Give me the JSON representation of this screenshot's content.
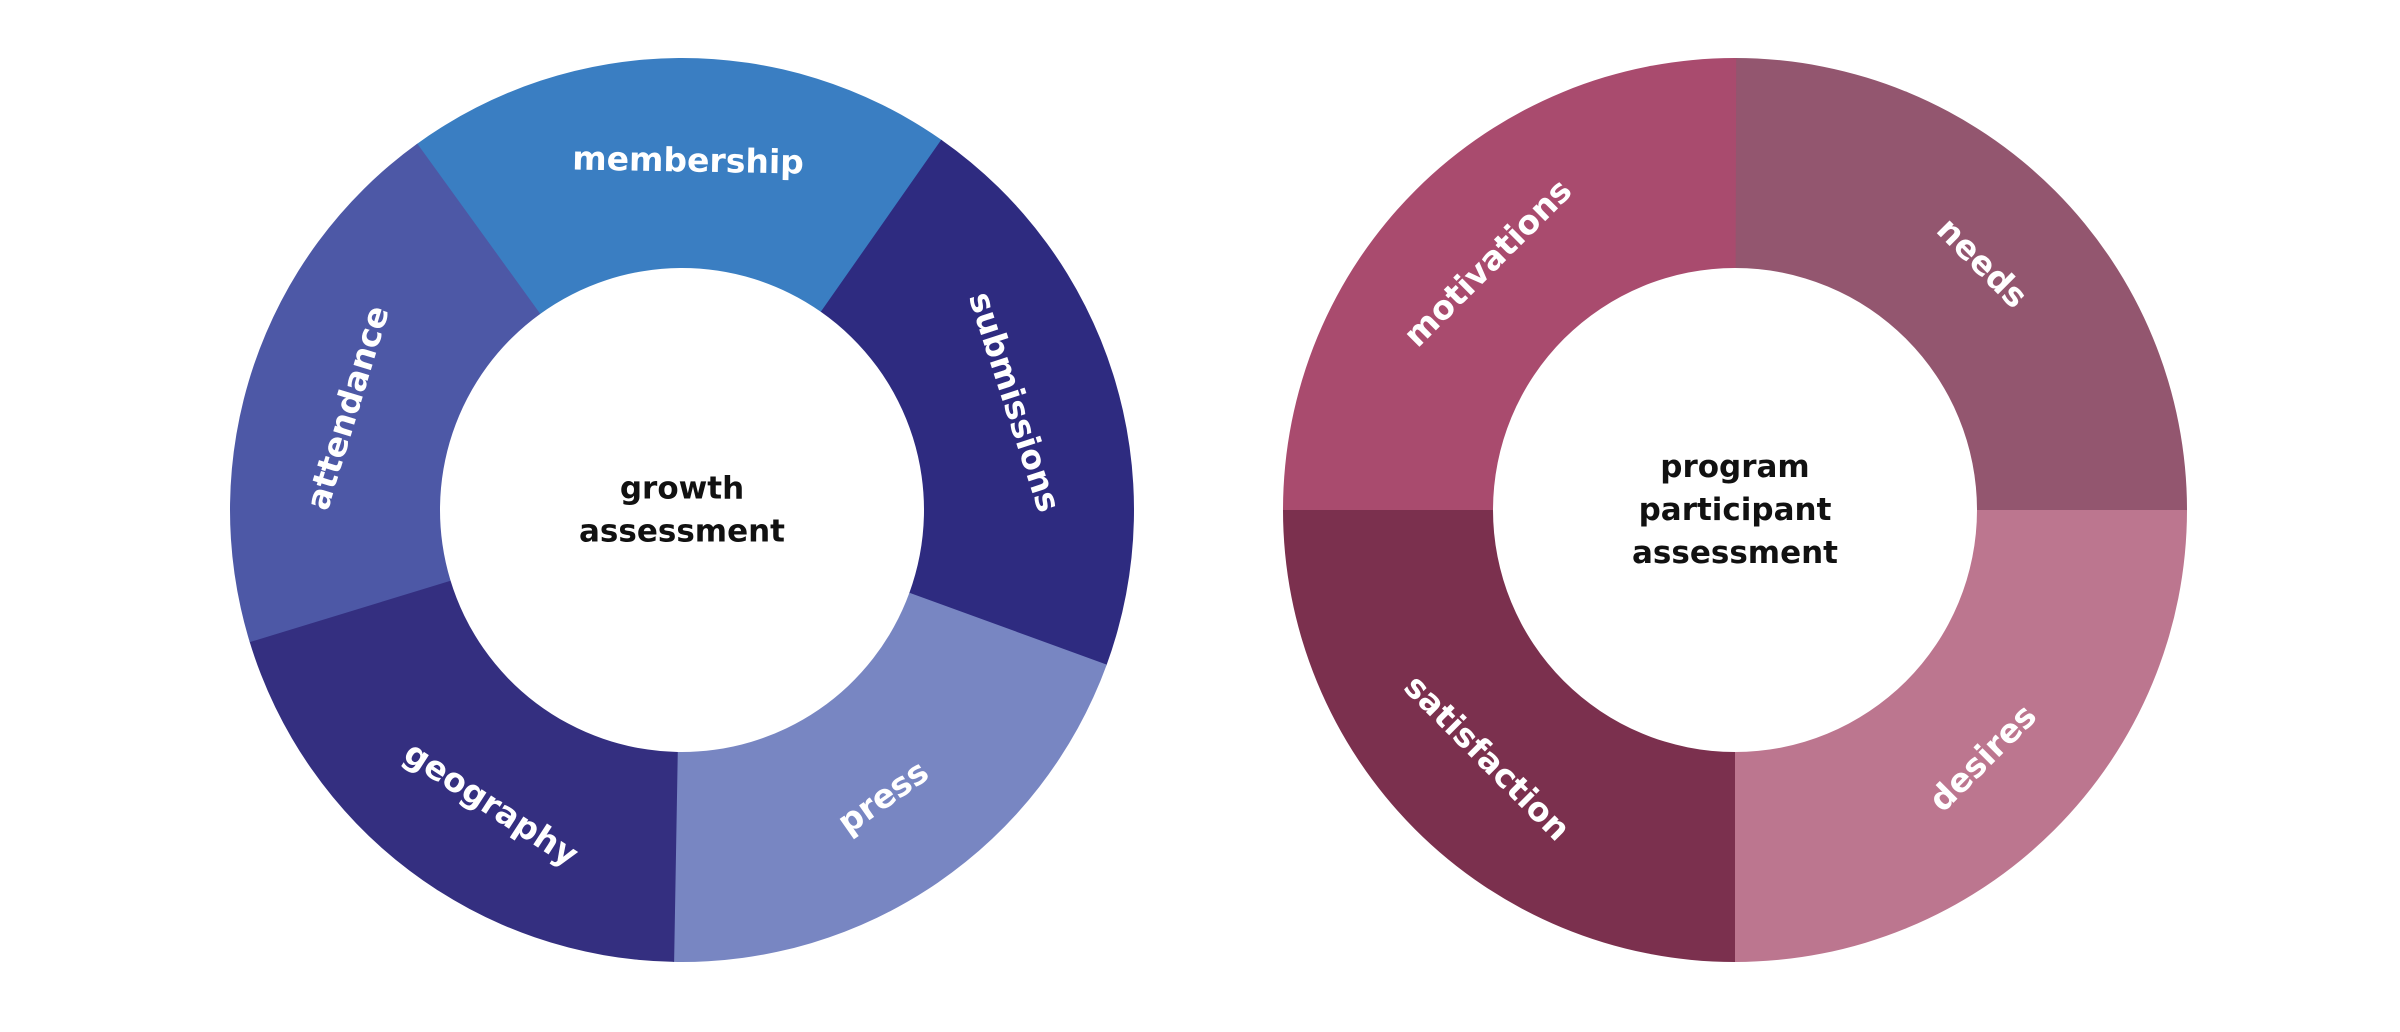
{
  "donuts": [
    {
      "center_lines": [
        "growth",
        "assessment"
      ],
      "segments": [
        {
          "label": "membership",
          "color": "#3a7ec2"
        },
        {
          "label": "submissions",
          "color": "#2e2b80"
        },
        {
          "label": "press",
          "color": "#7886c2"
        },
        {
          "label": "geography",
          "color": "#342f80"
        },
        {
          "label": "attendance",
          "color": "#4d58a6"
        }
      ]
    },
    {
      "center_lines": [
        "program",
        "participant",
        "assessment"
      ],
      "segments": [
        {
          "label": "needs",
          "color": "#93566f"
        },
        {
          "label": "desires",
          "color": "#bc768f"
        },
        {
          "label": "satisfaction",
          "color": "#7b304e"
        },
        {
          "label": "motivations",
          "color": "#a94b6e"
        }
      ]
    }
  ]
}
